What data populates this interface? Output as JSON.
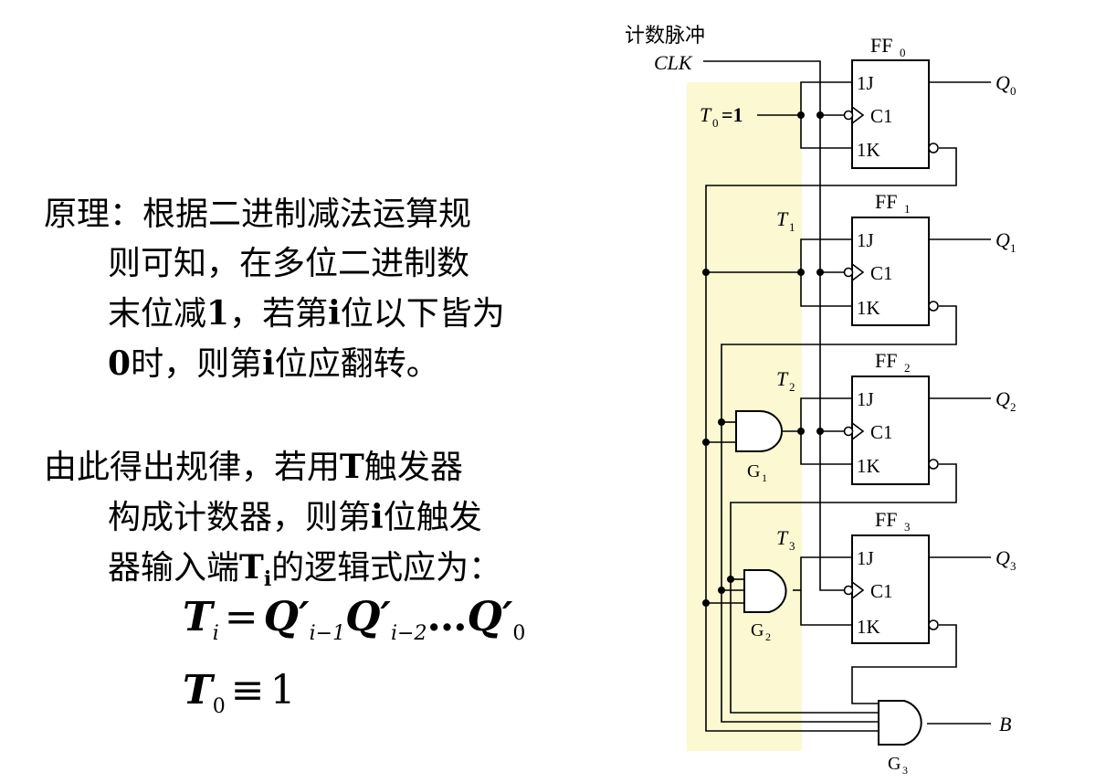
{
  "left_text": {
    "para1": {
      "line1": "原理：根据二进制减法运算规",
      "line2": "则可知，在多位二进制数",
      "line3_a": "末位减",
      "line3_b": "1",
      "line3_c": "，若第",
      "line3_d": "i",
      "line3_e": "位以下皆为",
      "line4_a": "0",
      "line4_b": "时，则第",
      "line4_c": "i",
      "line4_d": "位应翻转。"
    },
    "para2": {
      "line1_a": "由此得出规律，若用",
      "line1_b": "T",
      "line1_c": "触发器",
      "line2_a": "构成计数器，则第",
      "line2_b": "i",
      "line2_c": "位触发",
      "line3_a": "器输入端",
      "line3_b": "T",
      "line3_c": "i",
      "line3_d": "的逻辑式应为："
    }
  },
  "formulas": {
    "f1": {
      "lhs": "T",
      "lhs_sub": "i",
      "eq": "=",
      "t1": "Q′",
      "t1_sub": "i−1",
      "t2": "Q′",
      "t2_sub": "i−2",
      "dots": "…",
      "t3": "Q′",
      "t3_sub": "0"
    },
    "f2": {
      "lhs": "T",
      "lhs_sub": "0",
      "eq": "≡",
      "rhs": "1"
    }
  },
  "circuit": {
    "clk_label_cn": "计数脉冲",
    "clk_label": "CLK",
    "t0_label": "T",
    "t0_sub": "0",
    "t0_value": "=1",
    "flip_flops": [
      {
        "name": "FF",
        "sub": "0",
        "t": "T",
        "t_sub": "0",
        "q": "Q",
        "q_sub": "0"
      },
      {
        "name": "FF",
        "sub": "1",
        "t": "T",
        "t_sub": "1",
        "q": "Q",
        "q_sub": "1"
      },
      {
        "name": "FF",
        "sub": "2",
        "t": "T",
        "t_sub": "2",
        "q": "Q",
        "q_sub": "2"
      },
      {
        "name": "FF",
        "sub": "3",
        "t": "T",
        "t_sub": "3",
        "q": "Q",
        "q_sub": "3"
      }
    ],
    "pin_j": "1J",
    "pin_c": "C1",
    "pin_k": "1K",
    "gates": [
      {
        "name": "G",
        "sub": "1"
      },
      {
        "name": "G",
        "sub": "2"
      },
      {
        "name": "G",
        "sub": "3"
      }
    ],
    "output_label": "B",
    "highlight_color": "#fbf8d2",
    "line_color": "#000000"
  }
}
